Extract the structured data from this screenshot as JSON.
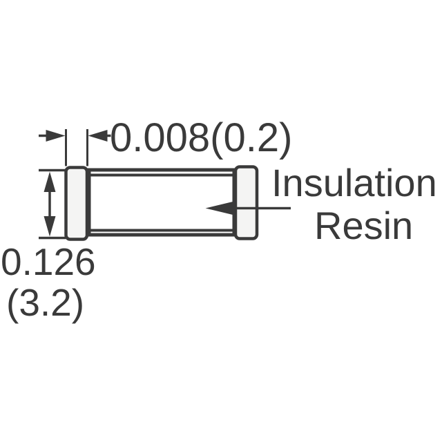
{
  "colors": {
    "line": "#3a3a3a",
    "terminal_fill": "#f4f4f3",
    "background": "#ffffff"
  },
  "dimension_top": {
    "label": "0.008(0.2)"
  },
  "dimension_left": {
    "label_inch": "0.126",
    "label_mm": "(3.2)"
  },
  "annotation": {
    "line1": "Insulation",
    "line2": "Resin"
  }
}
